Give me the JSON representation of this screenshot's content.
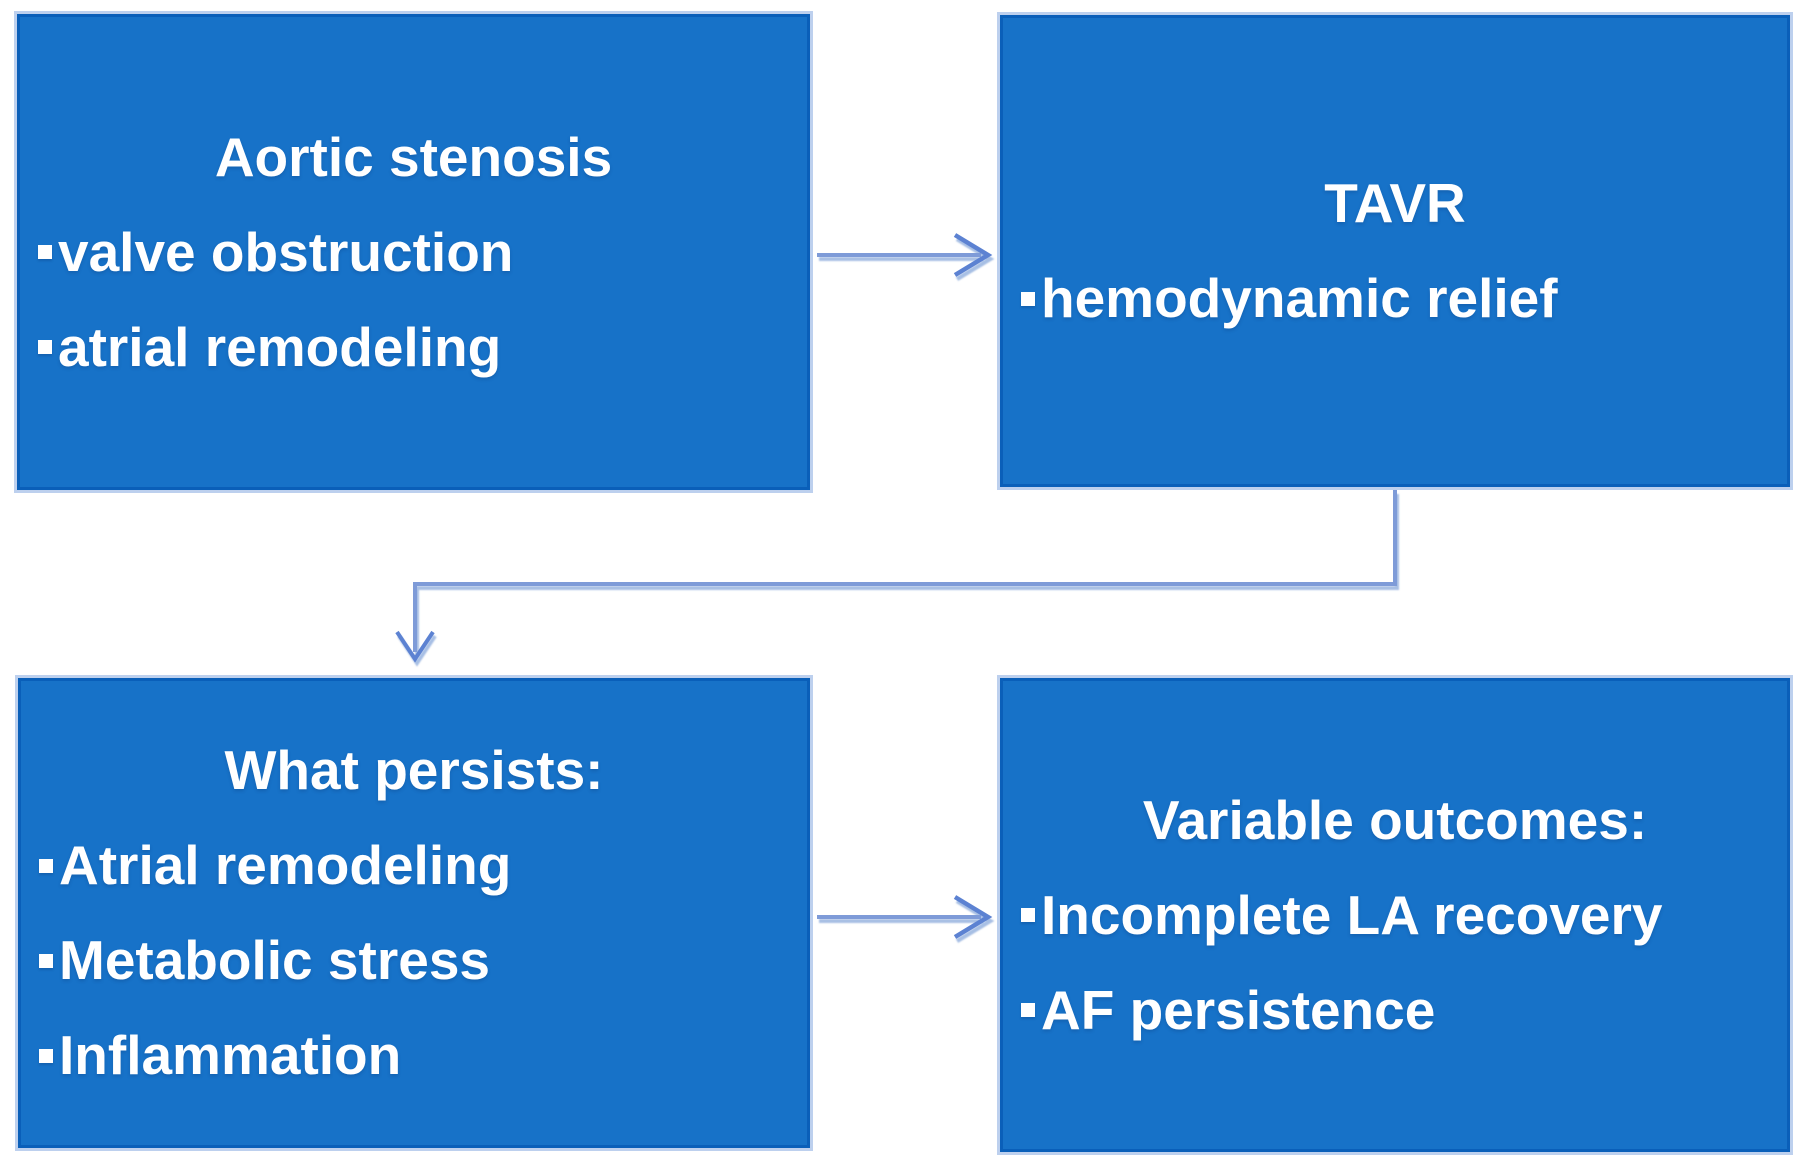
{
  "figure": {
    "type": "flow-diagram",
    "background": "#FFFFFF",
    "description": "Four-node flowchart on aortic stenosis and TAVR outcomes"
  },
  "colors": {
    "box_fill": "#1772C8",
    "box_border": "#0A5FB9",
    "box_halo": "#BDD0EE",
    "connector": "#7E9BD8",
    "connector_head": "#5C82D2",
    "text": "#FFFFFF"
  },
  "boxes": [
    {
      "id": "aortic-stenosis",
      "title": "Aortic stenosis",
      "bullets": [
        "valve obstruction",
        "atrial remodeling"
      ]
    },
    {
      "id": "tavr",
      "title": "TAVR",
      "bullets": [
        "hemodynamic relief"
      ]
    },
    {
      "id": "what-persists",
      "title": "What persists:",
      "bullets": [
        "Atrial remodeling",
        "Metabolic stress",
        "Inflammation"
      ]
    },
    {
      "id": "variable-outcomes",
      "title": "Variable outcomes:",
      "bullets": [
        "Incomplete LA recovery",
        "AF persistence"
      ]
    }
  ],
  "connectors": [
    {
      "from": "aortic-stenosis",
      "to": "tavr",
      "type": "straight-arrow-right"
    },
    {
      "from": "tavr",
      "to": "what-persists",
      "type": "elbow-arrow-down"
    },
    {
      "from": "what-persists",
      "to": "variable-outcomes",
      "type": "straight-arrow-right"
    }
  ]
}
